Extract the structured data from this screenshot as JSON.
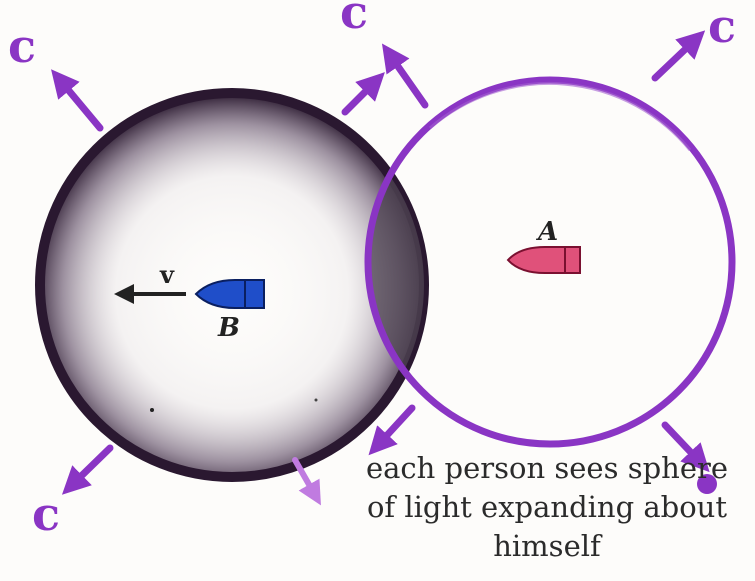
{
  "labels": {
    "c_symbol": "c",
    "velocity": "v",
    "ship_a": "A",
    "ship_b": "B"
  },
  "caption": {
    "line1": "each person sees sphere",
    "line2": "of light expanding about",
    "line3": "himself"
  },
  "colors": {
    "background": "#fdfcfa",
    "purple": "#8a35c4",
    "light_purple": "#c07be0",
    "dark_sphere": "#3a2340",
    "ship_b": "#1f4ec9",
    "ship_a": "#e0517a"
  },
  "icons": {
    "ship_a": "rocket-ship-icon",
    "ship_b": "rocket-ship-icon",
    "velocity_arrow": "left-arrow-icon"
  }
}
